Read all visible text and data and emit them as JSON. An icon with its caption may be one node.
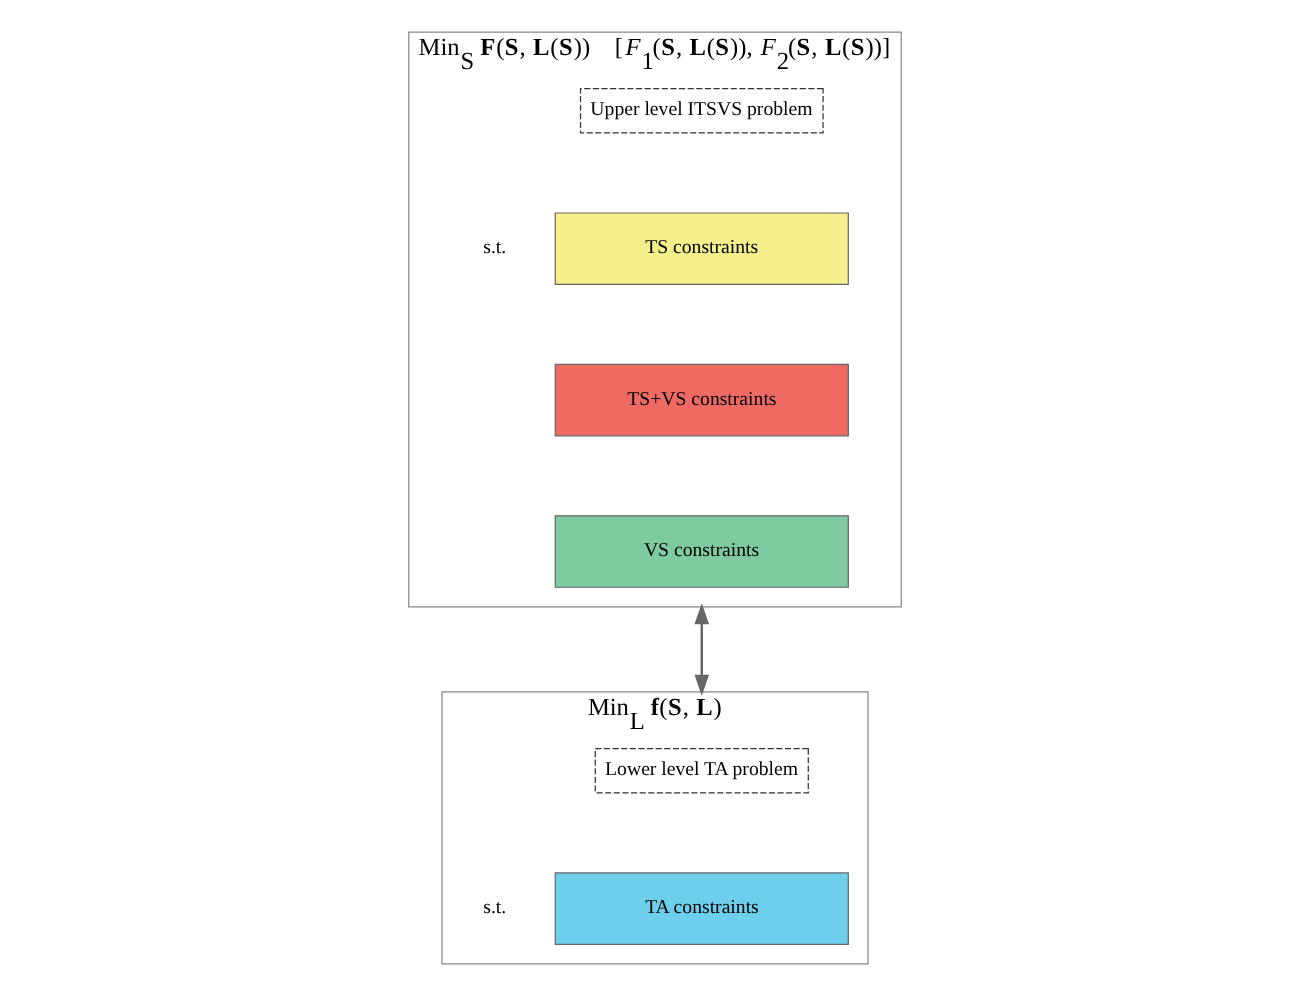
{
  "diagram": {
    "nodes": [
      {
        "text": [
          "Min$_{S}$ **F**(**S**, **L**(**S**))    [*F*$_{1}$(**S**, **L**(**S**)), *F*$_{2}$(**S**, **L**(**S**))]"
        ]
      },
      {
        "text": [
          "Upper level ITSVS problem"
        ],
        "in": 0
      },
      {
        "text": [
          "TS constraints"
        ],
        "in": 0
      },
      {
        "text": [
          "TS+VS constraints"
        ],
        "in": 0
      },
      {
        "text": [
          "VS constraints"
        ],
        "in": 0
      },
      {
        "text": [
          "Min$_{L}$ **f**(**S**, **L**)"
        ]
      },
      {
        "text": [
          "Lower level TA problem"
        ],
        "in": 5
      },
      {
        "text": [
          "TA constraints"
        ],
        "in": 5
      }
    ],
    "edges": [
      {
        "from": 0,
        "to": 5,
        "arrow": "both"
      }
    ],
    "labels": [
      "s.t.",
      "s.t."
    ]
  }
}
